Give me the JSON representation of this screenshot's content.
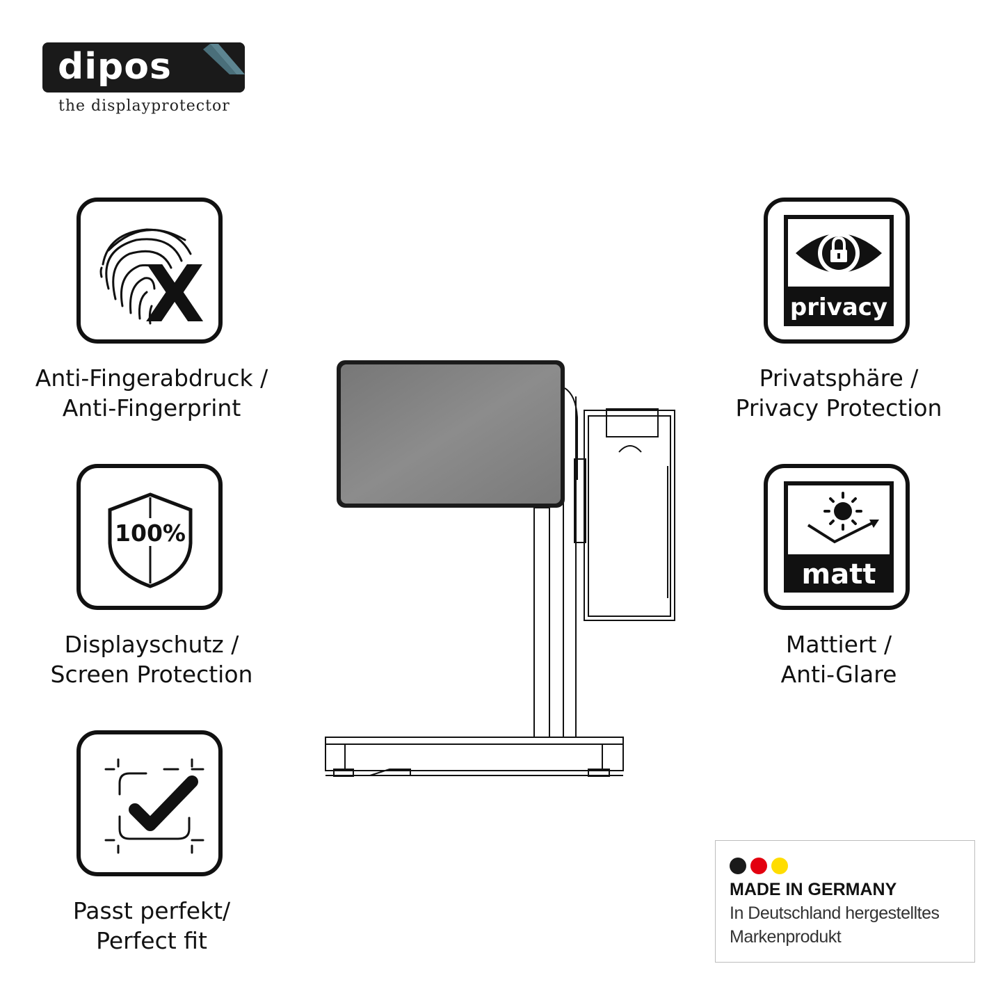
{
  "brand": {
    "name": "dipos",
    "tagline": "the displayprotector"
  },
  "features": {
    "anti_fingerprint": {
      "line1": "Anti-Fingerabdruck /",
      "line2": "Anti-Fingerprint",
      "icon": "fingerprint-x-icon"
    },
    "screen_protection": {
      "line1": "Displayschutz /",
      "line2": "Screen Protection",
      "icon": "shield-100-icon",
      "badge": "100%"
    },
    "perfect_fit": {
      "line1": "Passt perfekt/",
      "line2": "Perfect fit",
      "icon": "frame-check-icon"
    },
    "privacy": {
      "line1": "Privatsphäre /",
      "line2": "Privacy Protection",
      "icon": "eye-lock-icon",
      "label": "privacy"
    },
    "matte": {
      "line1": "Mattiert /",
      "line2": "Anti-Glare",
      "icon": "sun-reflection-icon",
      "label": "matt"
    }
  },
  "made_in_germany": {
    "title": "MADE IN GERMANY",
    "line1": "In Deutschland hergestelltes",
    "line2": "Markenprodukt",
    "flag_colors": [
      "#1a1a1a",
      "#e3000f",
      "#ffdd00"
    ]
  }
}
